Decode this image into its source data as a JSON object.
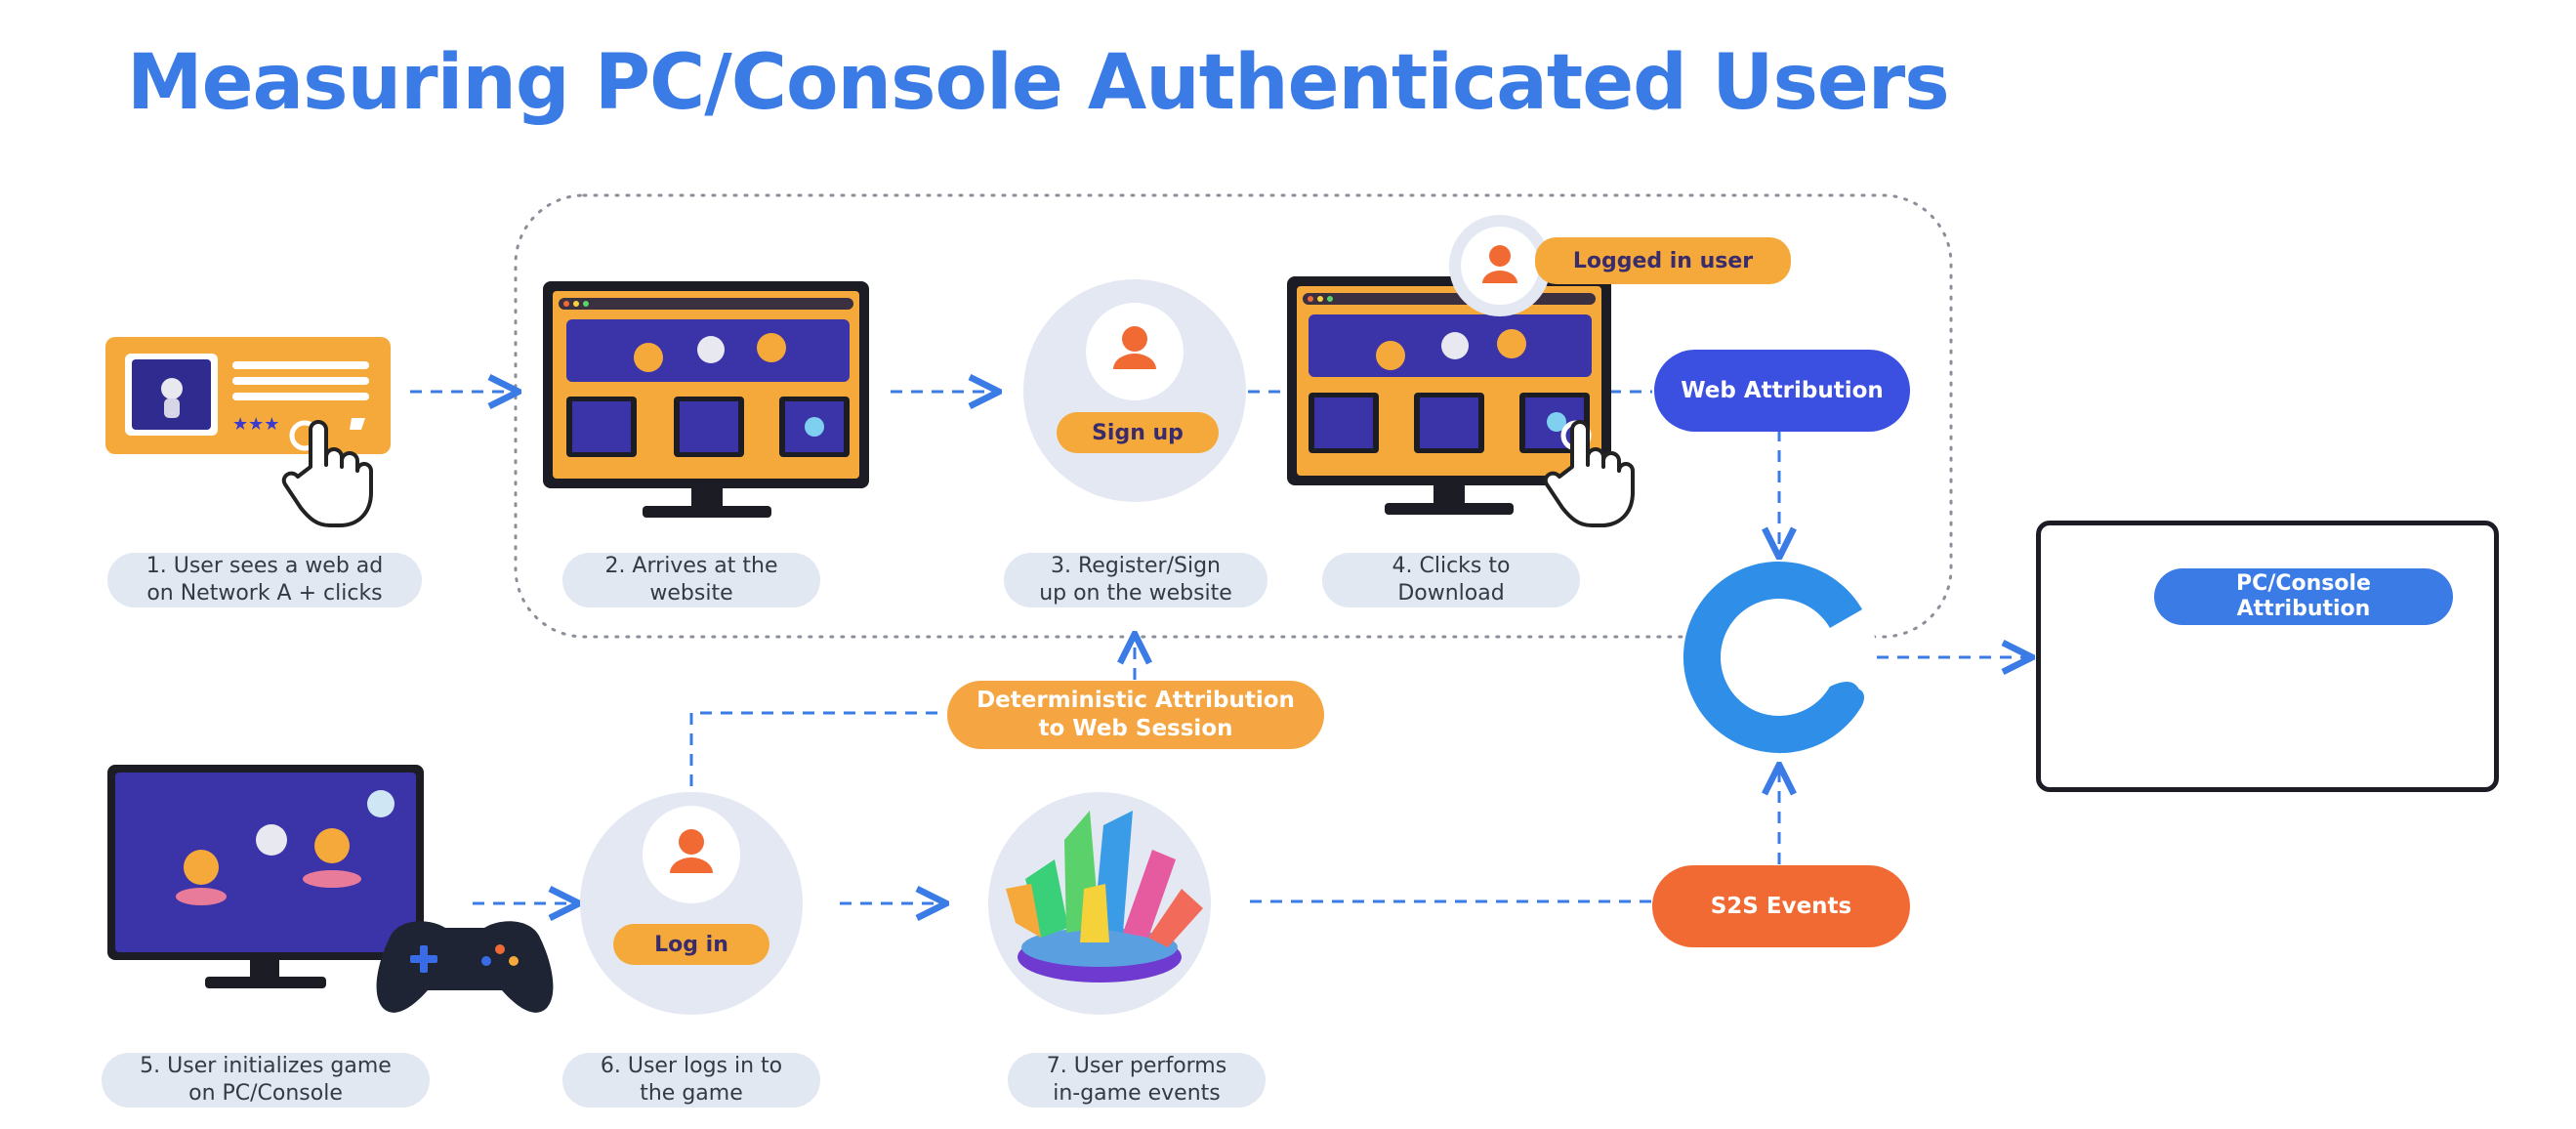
{
  "title": "Measuring PC/Console Authenticated Users",
  "steps": [
    {
      "caption_line1": "1. User sees a web ad",
      "caption_line2": "on Network A + clicks"
    },
    {
      "caption_line1": "2. Arrives at the",
      "caption_line2": "website"
    },
    {
      "caption_line1": "3. Register/Sign",
      "caption_line2": "up on the website"
    },
    {
      "caption_line1": "4. Clicks to",
      "caption_line2": "Download"
    },
    {
      "caption_line1": "5. User initializes game",
      "caption_line2": "on PC/Console"
    },
    {
      "caption_line1": "6. User logs in to",
      "caption_line2": "the game"
    },
    {
      "caption_line1": "7. User performs",
      "caption_line2": "in-game events"
    }
  ],
  "buttons": {
    "sign_up": "Sign up",
    "log_in": "Log in",
    "logged_in_user": "Logged in user"
  },
  "pills": {
    "web_attribution": "Web Attribution",
    "deterministic_line1": "Deterministic Attribution",
    "deterministic_line2": "to Web Session",
    "s2s_events": "S2S Events"
  },
  "result_card": {
    "label_line1": "PC/Console",
    "label_line2": "Attribution"
  },
  "icons": [
    "web-ad-card",
    "hand-cursor-icon",
    "monitor-website",
    "user-avatar-icon",
    "game-controller-icon",
    "gems-icon",
    "adjust-logo-icon",
    "pie-chart-icon"
  ],
  "colors": {
    "title": "#3a7be6",
    "orange": "#f5a542",
    "blue": "#3b4fe0",
    "red": "#f26a33",
    "caption_bg": "#e2e8f2",
    "arrow": "#3a7be6"
  }
}
